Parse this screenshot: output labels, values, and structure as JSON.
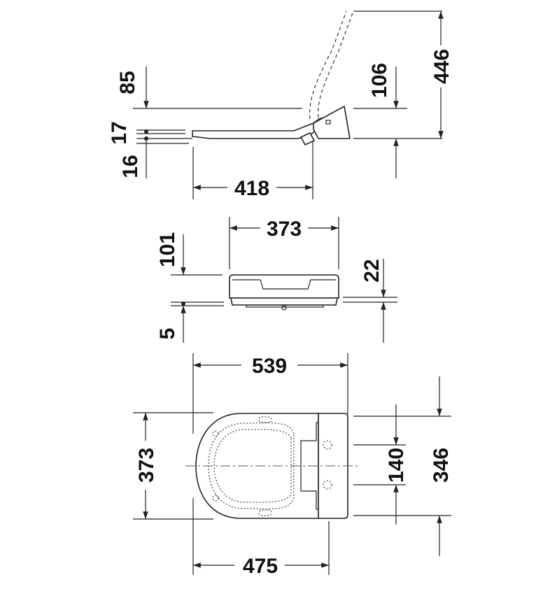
{
  "side_view": {
    "dims": {
      "d85": "85",
      "d17": "17",
      "d16": "16",
      "d106": "106",
      "d446": "446",
      "d418": "418"
    }
  },
  "rear_view": {
    "dims": {
      "d373": "373",
      "d101": "101",
      "d22": "22",
      "d5": "5"
    }
  },
  "plan_view": {
    "dims": {
      "d539": "539",
      "d373": "373",
      "d140": "140",
      "d346": "346",
      "d475": "475"
    }
  },
  "colors": {
    "line": "#222222",
    "background": "#ffffff"
  }
}
